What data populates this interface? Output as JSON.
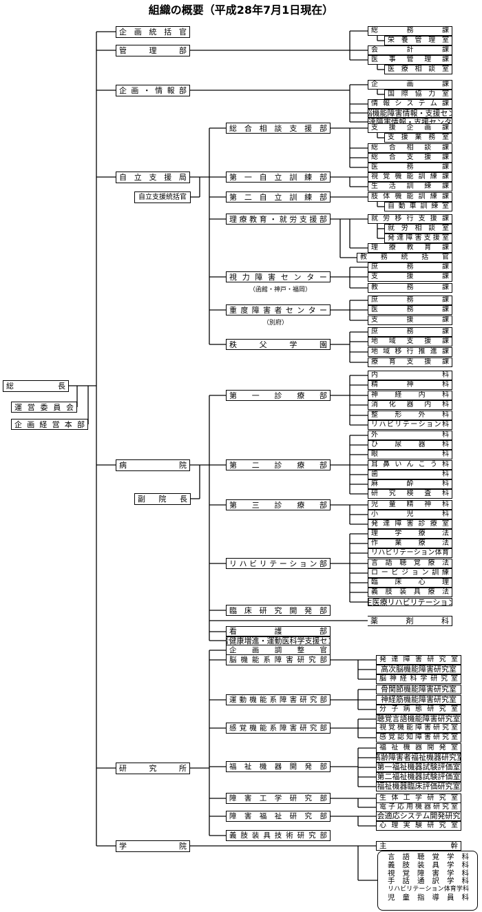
{
  "title": "組織の概要（平成28年7月1日現在）",
  "root": {
    "label": "総長",
    "side": [
      "運営委員会",
      "企画経営本部"
    ]
  },
  "level1": [
    "企画統括官",
    "管理部",
    "企画・情報部",
    "自立支援局",
    "病院",
    "研究所",
    "学院"
  ],
  "deputies": {
    "jiritsu": "自立支援統括官",
    "byoin": "副院長"
  },
  "kanri": [
    "総務課",
    "栄養管理室",
    "会計課",
    "医事管理課",
    "医療相談室"
  ],
  "kikaku": [
    "企画課",
    "国際協力室",
    "情報システム課",
    "高次脳機能障害情報・支援センター",
    "発達障害情報・支援センター"
  ],
  "jiritsu_depts": [
    "総合相談支援部",
    "第一自立訓練部",
    "第二自立訓練部",
    "理療教育・就労支援部",
    "視力障害センター",
    "重度障害者センター",
    "秩父学園"
  ],
  "jiritsu_notes": {
    "shiryoku": "（函館・神戸・福岡）",
    "judo": "（別府）"
  },
  "jiritsu_units": {
    "sogo": [
      "支援企画課",
      "支援業務室",
      "総合相談課",
      "総合支援課",
      "医務課"
    ],
    "dai1": [
      "視覚機能訓練課",
      "生活訓練課"
    ],
    "dai2": [
      "肢体機能訓練課",
      "自動車訓練室"
    ],
    "riryo": [
      "就労移行支援課",
      "就労相談室",
      "発達障害支援室",
      "理療教育課",
      "教務統括官"
    ],
    "shiryoku": [
      "庶務課",
      "支援課",
      "教務課"
    ],
    "judo": [
      "庶務課",
      "医務課",
      "支援課"
    ],
    "chichibu": [
      "庶務課",
      "地域支援課",
      "地域移行推進課",
      "療育支援課"
    ]
  },
  "byoin_depts": [
    "第一診療部",
    "第二診療部",
    "第三診療部",
    "リハビリテーション部",
    "臨床研究開発部",
    "薬剤科",
    "看護部",
    "障害者健康増進・運動医科学支援センター"
  ],
  "byoin_units": {
    "dai1": [
      "内科",
      "精神科",
      "神経内科",
      "消化器内科",
      "整形外科",
      "リハビリテーション科"
    ],
    "dai2": [
      "外科",
      "ひ尿器科",
      "眼科",
      "耳鼻いんこう科",
      "歯科",
      "麻酔科",
      "研究検査科"
    ],
    "dai3": [
      "児童精神科",
      "小児科",
      "発達障害診療室"
    ],
    "reha": [
      "理学療法",
      "作業療法",
      "リハビリテーション体育",
      "言語聴覚療法",
      "ロービジョン訓練",
      "臨床心理",
      "義肢装具療法",
      "再生医療リハビリテーション室"
    ]
  },
  "kenkyu_depts": [
    "企画調整官",
    "脳機能系障害研究部",
    "運動機能系障害研究部",
    "感覚機能系障害研究部",
    "福祉機器開発部",
    "障害工学研究部",
    "障害福祉研究部",
    "義肢装具技術研究部"
  ],
  "kenkyu_units": {
    "nou": [
      "発達障害研究室",
      "高次脳機能障害研究室",
      "脳神経科学研究室"
    ],
    "undo": [
      "骨関節機能障害研究室",
      "神経筋機能障害研究室",
      "分子病態研究室"
    ],
    "kankaku": [
      "聴覚言語機能障害研究室",
      "視覚機能障害研究室",
      "感覚認知障害研究室"
    ],
    "fukushi": [
      "福祉機器開発室",
      "高齢障害者福祉機器研究室",
      "第一福祉機器試験評価室",
      "第二福祉機器試験評価室",
      "福祉機器臨床評価研究室"
    ],
    "kogaku": [
      "生体工学研究室",
      "電子応用機器研究室"
    ],
    "fukushiken": [
      "社会適応システム開発研究室",
      "心理実験研究室"
    ]
  },
  "gakuin": {
    "head": "主幹",
    "courses": [
      "言語聴覚学科",
      "義肢装具学科",
      "視覚障害学科",
      "手話通訳学科",
      "リハビリテーション体育学科",
      "児童指導員科"
    ]
  }
}
